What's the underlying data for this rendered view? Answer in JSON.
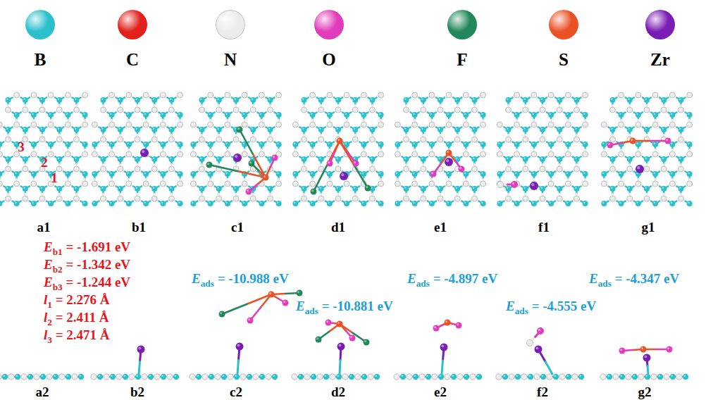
{
  "diagram": {
    "labels": [
      "3",
      "2",
      "1",
      "a1",
      "b1",
      "c1",
      "d1",
      "e1",
      "f1",
      "g1",
      "Eb1 = -1.691 eV",
      "Eb2 = -1.342 eV",
      "Eb3 = -1.244 eV",
      "l1 = 2.276 Å",
      "l2 = 2.411 Å",
      "l3 = 2.471 Å",
      "Eads = -10.988 eV",
      "Eads = -10.881 eV",
      "Eads = -4.897 eV",
      "Eads = -4.555 eV",
      "Eads = -4.347 eV",
      "a2",
      "b2",
      "c2",
      "d2",
      "e2",
      "f2",
      "g2"
    ],
    "legend": [
      {
        "text": "B",
        "color": "#2cc0cc"
      },
      {
        "text": "C",
        "color": "#e2211c"
      },
      {
        "text": "N",
        "color": "#ececec"
      },
      {
        "text": "O",
        "color": "#e03cbc"
      },
      {
        "text": "F",
        "color": "#22875a"
      },
      {
        "text": "S",
        "color": "#ea5226"
      },
      {
        "text": "Zr",
        "color": "#7a1db4"
      }
    ]
  }
}
